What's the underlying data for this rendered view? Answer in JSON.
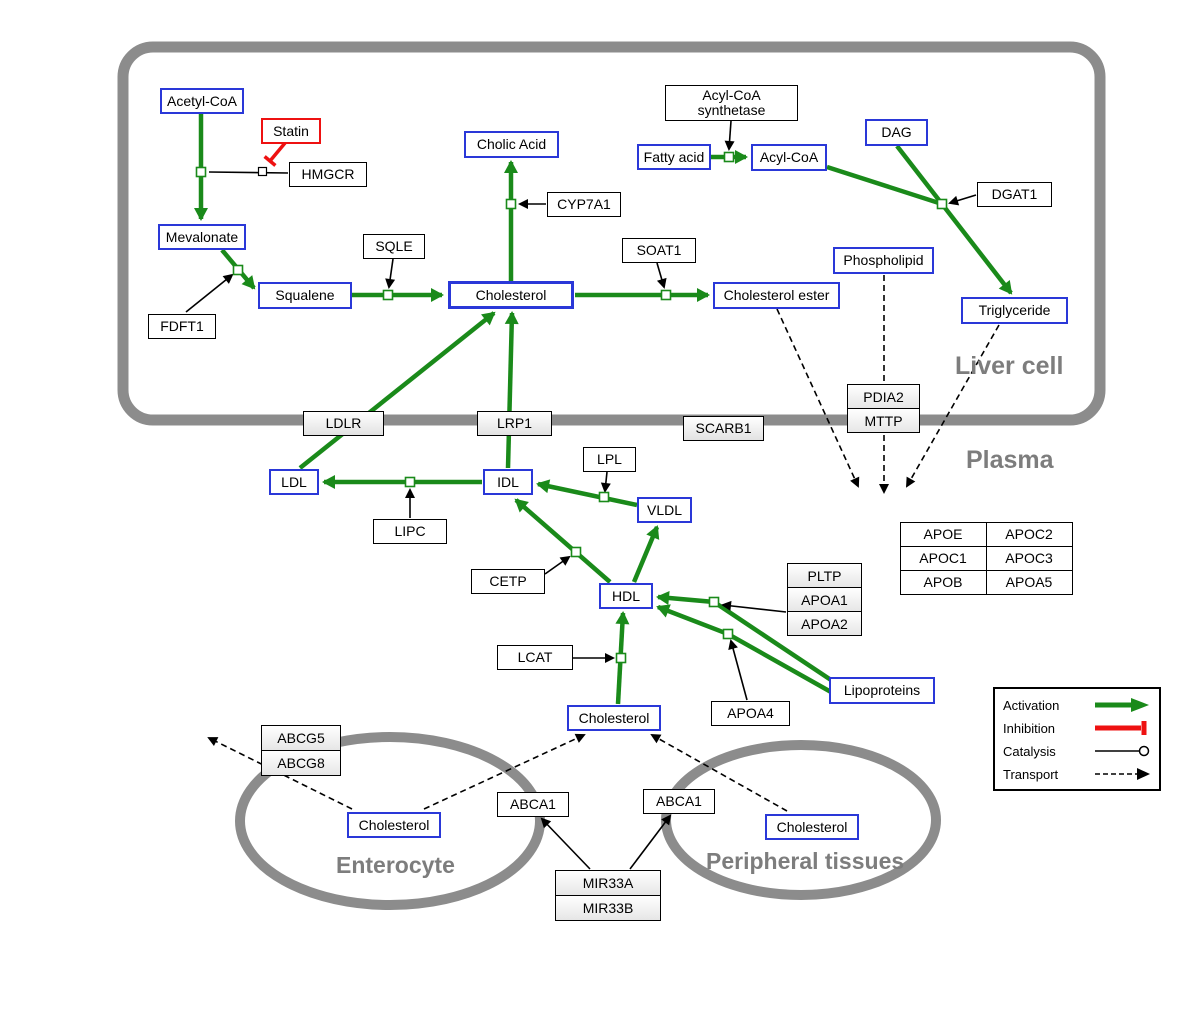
{
  "regions": {
    "liver": "Liver cell",
    "plasma": "Plasma",
    "enterocyte": "Enterocyte",
    "peripheral": "Peripheral tissues"
  },
  "nodes": {
    "acetyl_coa": "Acetyl-CoA",
    "statin": "Statin",
    "hmgcr": "HMGCR",
    "mevalonate": "Mevalonate",
    "fdft1": "FDFT1",
    "squalene": "Squalene",
    "sqle": "SQLE",
    "cholesterol_liver": "Cholesterol",
    "cholic_acid": "Cholic Acid",
    "cyp7a1": "CYP7A1",
    "soat1": "SOAT1",
    "cholesterol_ester": "Cholesterol ester",
    "acyl_coa_synthetase": "Acyl-CoA\nsynthetase",
    "fatty_acid": "Fatty acid",
    "acyl_coa": "Acyl-CoA",
    "dag": "DAG",
    "dgat1": "DGAT1",
    "phospholipid": "Phospholipid",
    "triglyceride": "Triglyceride",
    "ldlr": "LDLR",
    "lrp1": "LRP1",
    "scarb1": "SCARB1",
    "pdia2": "PDIA2",
    "mttp": "MTTP",
    "ldl": "LDL",
    "idl": "IDL",
    "lipc": "LIPC",
    "lpl": "LPL",
    "vldl": "VLDL",
    "cetp": "CETP",
    "hdl": "HDL",
    "lcat": "LCAT",
    "apoe": "APOE",
    "apoc2": "APOC2",
    "apoc1": "APOC1",
    "apoc3": "APOC3",
    "apob": "APOB",
    "apoa5": "APOA5",
    "pltp": "PLTP",
    "apoa1": "APOA1",
    "apoa2": "APOA2",
    "apoa4": "APOA4",
    "lipoproteins": "Lipoproteins",
    "cholesterol_plasma": "Cholesterol",
    "abcg5": "ABCG5",
    "abcg8": "ABCG8",
    "cholesterol_enterocyte": "Cholesterol",
    "abca1_left": "ABCA1",
    "abca1_right": "ABCA1",
    "cholesterol_peripheral": "Cholesterol",
    "mir33a": "MIR33A",
    "mir33b": "MIR33B"
  },
  "legend": {
    "activation": "Activation",
    "inhibition": "Inhibition",
    "catalysis": "Catalysis",
    "transport": "Transport"
  },
  "colors": {
    "activation": "#1a8a1a",
    "inhibition": "#ee1111",
    "metabolite_border": "#2a38d8",
    "membrane": "#8c8c8c"
  }
}
